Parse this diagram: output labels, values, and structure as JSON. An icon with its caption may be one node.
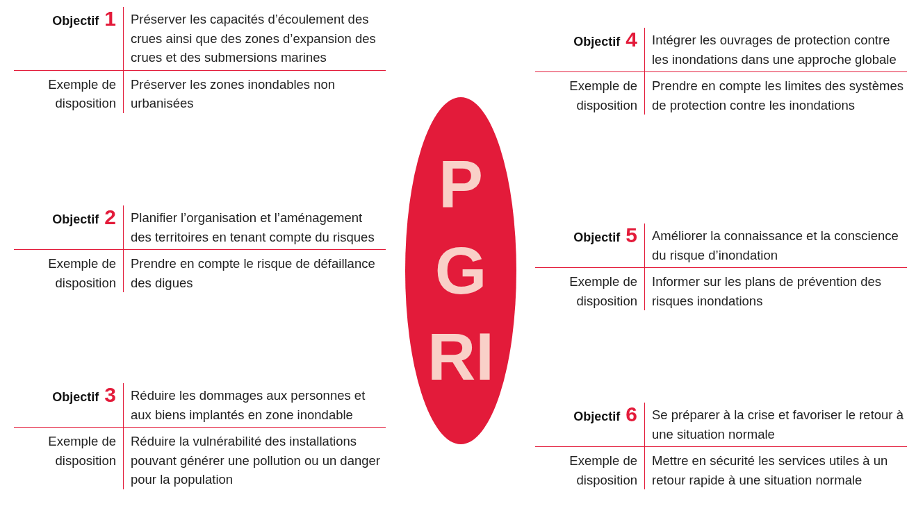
{
  "diagram": {
    "nodes": [
      {
        "text": [
          "PGRI"
        ]
      }
    ],
    "labels": [
      "Objectif",
      "1",
      "Préserver les capacités d’écoulement des crues ainsi que des zones d’expansion des crues et des submersions marines",
      "Exemple de disposition",
      "Préserver les zones inondables non urbanisées",
      "Objectif",
      "2",
      "Planifier l’organisation et l’aménagement des territoires en tenant compte du risques",
      "Exemple de disposition",
      "Prendre en compte le risque de défaillance des digues",
      "Objectif",
      "3",
      "Réduire les dommages aux personnes et aux biens implantés en zone inondable",
      "Exemple de disposition",
      "Réduire la vulnérabilité des installations pouvant générer une pollution ou un danger pour la population",
      "Objectif",
      "4",
      "Intégrer les ouvrages de protection contre les inondations dans une approche globale",
      "Exemple de disposition",
      "Prendre en compte les limites des systèmes de protection contre les inondations",
      "Objectif",
      "5",
      "Améliorer la connaissance et la conscience du risque d’inondation",
      "Exemple de disposition",
      "Informer sur les plans de prévention des risques inondations",
      "Objectif",
      "6",
      "Se préparer à la crise et favoriser le retour à une situation normale",
      "Exemple de disposition",
      "Mettre en sécurité les services utiles à un retour rapide à une situation normale"
    ]
  }
}
